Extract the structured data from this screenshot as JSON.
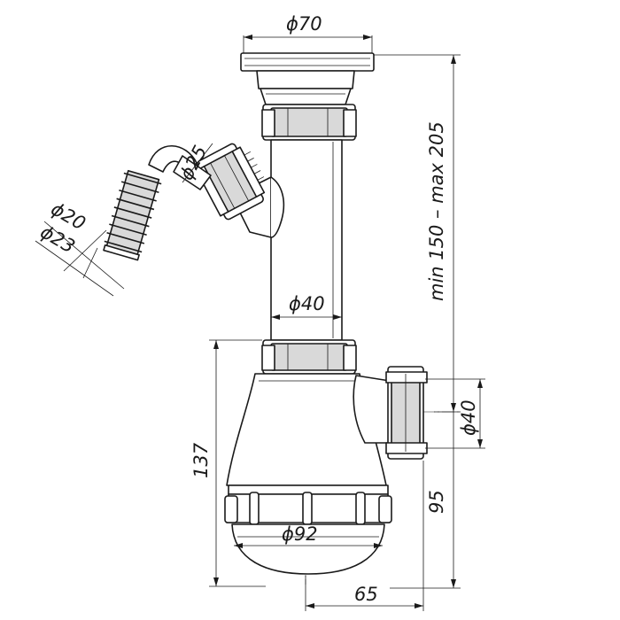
{
  "dimensions": {
    "inlet_diameter": "ϕ70",
    "hose_connector_diameter": "ϕ25",
    "hose_inner_diameter": "ϕ20",
    "hose_outer_diameter": "ϕ23",
    "pipe_diameter": "ϕ40",
    "outlet_diameter": "ϕ40",
    "bowl_diameter": "ϕ92",
    "total_height": "137",
    "adjustable_height": "min 150 – max 205",
    "outlet_height": "95",
    "outlet_offset": "65"
  },
  "colors": {
    "line": "#1a1a1a",
    "shade": "#d9d9d9",
    "dark_shade": "#7a7a7a"
  }
}
